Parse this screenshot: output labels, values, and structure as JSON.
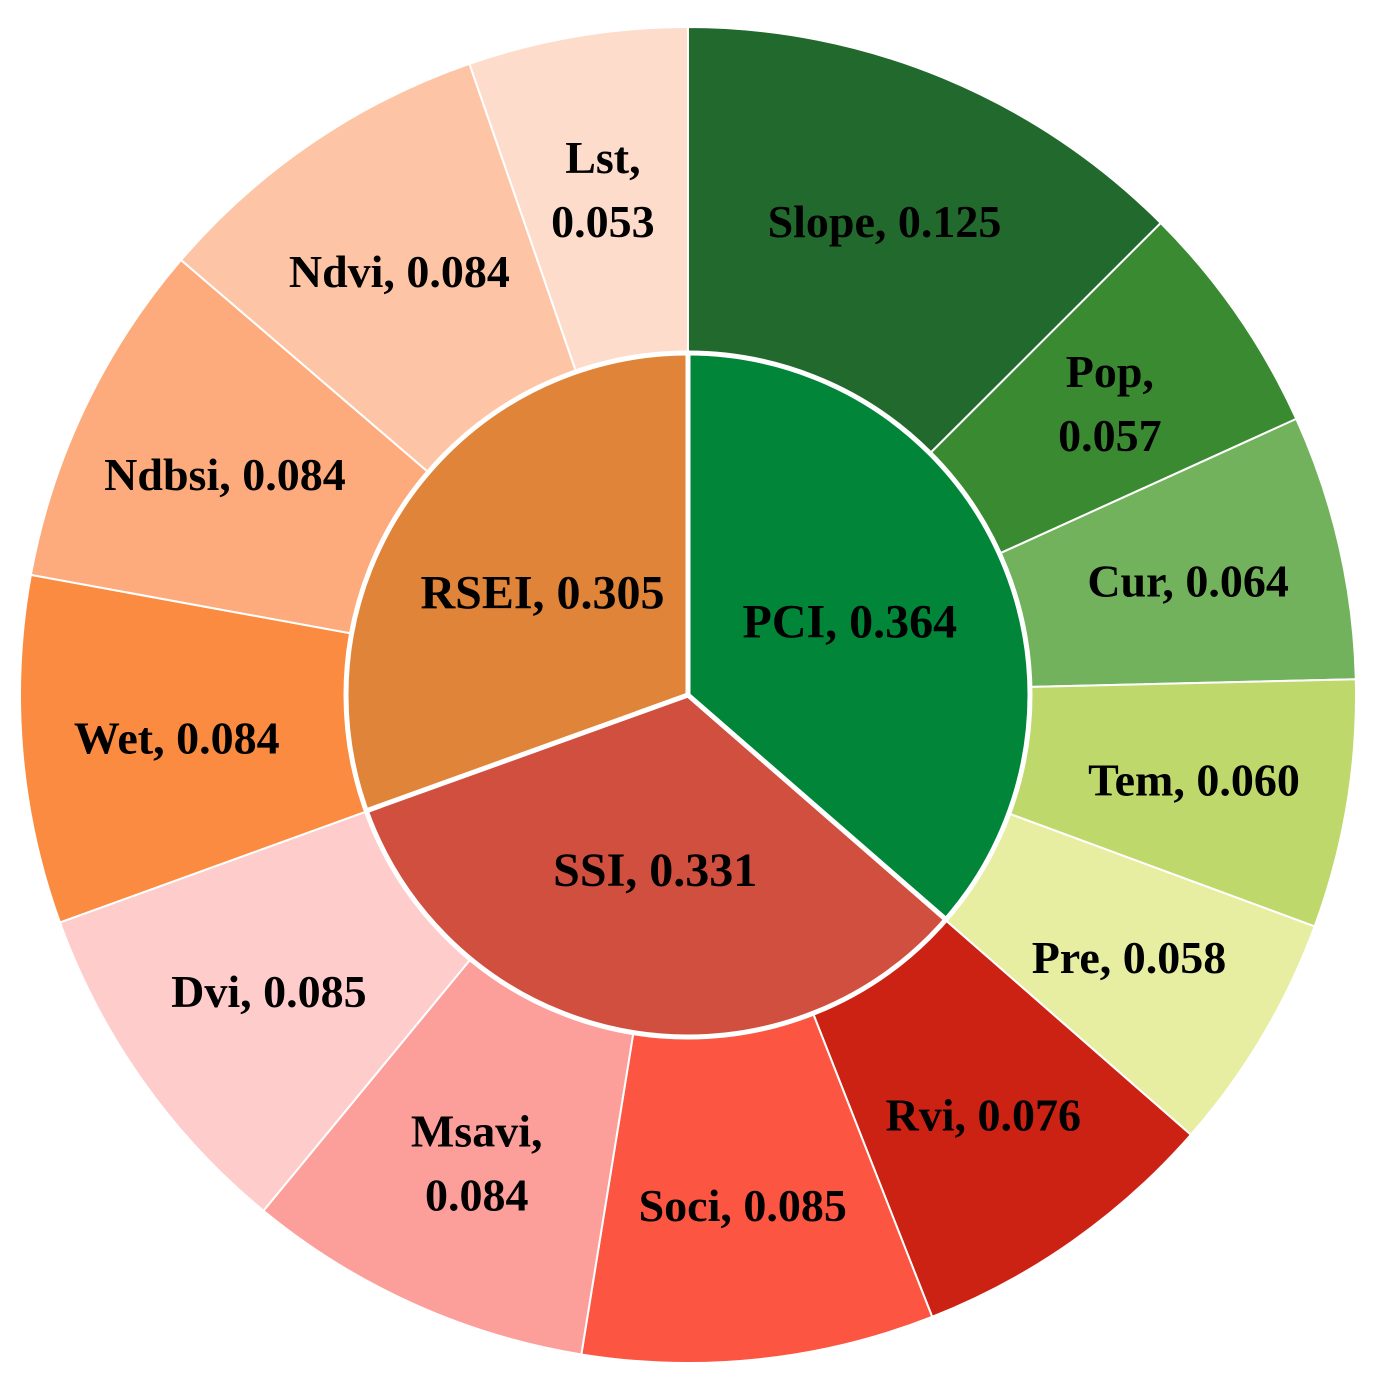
{
  "chart_data": {
    "type": "sunburst",
    "inner": [
      {
        "name": "PCI",
        "value": 0.364,
        "label": "PCI, 0.364",
        "color": "#018539"
      },
      {
        "name": "SSI",
        "value": 0.331,
        "label": "SSI, 0.331",
        "color": "#d04f3f"
      },
      {
        "name": "RSEI",
        "value": 0.305,
        "label": "RSEI, 0.305",
        "color": "#df8439"
      }
    ],
    "outer": [
      {
        "name": "Slope",
        "value": 0.125,
        "parent": "PCI",
        "label": [
          "Slope, 0.125"
        ],
        "color": "#22692d"
      },
      {
        "name": "Pop",
        "value": 0.057,
        "parent": "PCI",
        "label": [
          "Pop,",
          "0.057"
        ],
        "color": "#3a8a32"
      },
      {
        "name": "Cur",
        "value": 0.064,
        "parent": "PCI",
        "label": [
          "Cur, 0.064"
        ],
        "color": "#72b25c"
      },
      {
        "name": "Tem",
        "value": 0.06,
        "parent": "PCI",
        "label": [
          "Tem, 0.060"
        ],
        "color": "#bfd86c"
      },
      {
        "name": "Pre",
        "value": 0.058,
        "parent": "PCI",
        "label": [
          "Pre, 0.058"
        ],
        "color": "#e7eea2"
      },
      {
        "name": "Rvi",
        "value": 0.076,
        "parent": "SSI",
        "label": [
          "Rvi, 0.076"
        ],
        "color": "#cc2214"
      },
      {
        "name": "Soci",
        "value": 0.085,
        "parent": "SSI",
        "label": [
          "Soci, 0.085"
        ],
        "color": "#fc5542"
      },
      {
        "name": "Msavi",
        "value": 0.084,
        "parent": "SSI",
        "label": [
          "Msavi,",
          "0.084"
        ],
        "color": "#fc9e9a"
      },
      {
        "name": "Dvi",
        "value": 0.085,
        "parent": "SSI",
        "label": [
          "Dvi, 0.085"
        ],
        "color": "#fecccb"
      },
      {
        "name": "Wet",
        "value": 0.084,
        "parent": "RSEI",
        "label": [
          "Wet, 0.084"
        ],
        "color": "#fb8b40"
      },
      {
        "name": "Ndbsi",
        "value": 0.084,
        "parent": "RSEI",
        "label": [
          "Ndbsi, 0.084"
        ],
        "color": "#fdab7c"
      },
      {
        "name": "Ndvi",
        "value": 0.084,
        "parent": "RSEI",
        "label": [
          "Ndvi, 0.084"
        ],
        "color": "#fdc5a6"
      },
      {
        "name": "Lst",
        "value": 0.053,
        "parent": "RSEI",
        "label": [
          "Lst,",
          "0.053"
        ],
        "color": "#fedccb"
      }
    ]
  }
}
